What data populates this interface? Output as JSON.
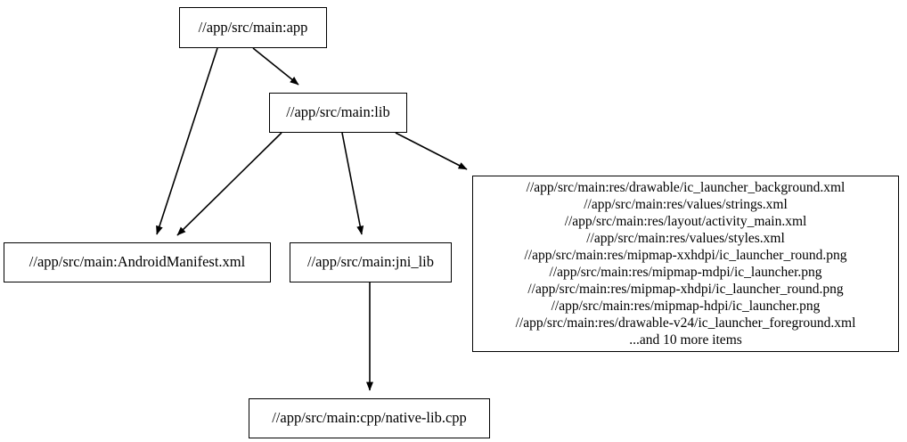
{
  "diagram": {
    "type": "dependency-graph",
    "title": "",
    "background_color": "#ffffff",
    "node_border_color": "#000000",
    "edge_color": "#000000",
    "nodes": [
      {
        "id": "app",
        "label": "//app/src/main:app"
      },
      {
        "id": "lib",
        "label": "//app/src/main:lib"
      },
      {
        "id": "manifest",
        "label": "//app/src/main:AndroidManifest.xml"
      },
      {
        "id": "jni_lib",
        "label": "//app/src/main:jni_lib"
      },
      {
        "id": "cpp",
        "label": "//app/src/main:cpp/native-lib.cpp"
      },
      {
        "id": "res",
        "label": "//app/src/main:res/drawable/ic_launcher_background.xml\n//app/src/main:res/values/strings.xml\n//app/src/main:res/layout/activity_main.xml\n//app/src/main:res/values/styles.xml\n//app/src/main:res/mipmap-xxhdpi/ic_launcher_round.png\n//app/src/main:res/mipmap-mdpi/ic_launcher.png\n//app/src/main:res/mipmap-xhdpi/ic_launcher_round.png\n//app/src/main:res/mipmap-hdpi/ic_launcher.png\n//app/src/main:res/drawable-v24/ic_launcher_foreground.xml\n...and 10 more items",
        "lines": [
          "//app/src/main:res/drawable/ic_launcher_background.xml",
          "//app/src/main:res/values/strings.xml",
          "//app/src/main:res/layout/activity_main.xml",
          "//app/src/main:res/values/styles.xml",
          "//app/src/main:res/mipmap-xxhdpi/ic_launcher_round.png",
          "//app/src/main:res/mipmap-mdpi/ic_launcher.png",
          "//app/src/main:res/mipmap-xhdpi/ic_launcher_round.png",
          "//app/src/main:res/mipmap-hdpi/ic_launcher.png",
          "//app/src/main:res/drawable-v24/ic_launcher_foreground.xml",
          "...and 10 more items"
        ]
      }
    ],
    "edges": [
      {
        "from": "app",
        "to": "lib"
      },
      {
        "from": "app",
        "to": "manifest"
      },
      {
        "from": "lib",
        "to": "manifest"
      },
      {
        "from": "lib",
        "to": "jni_lib"
      },
      {
        "from": "lib",
        "to": "res"
      },
      {
        "from": "jni_lib",
        "to": "cpp"
      }
    ]
  }
}
